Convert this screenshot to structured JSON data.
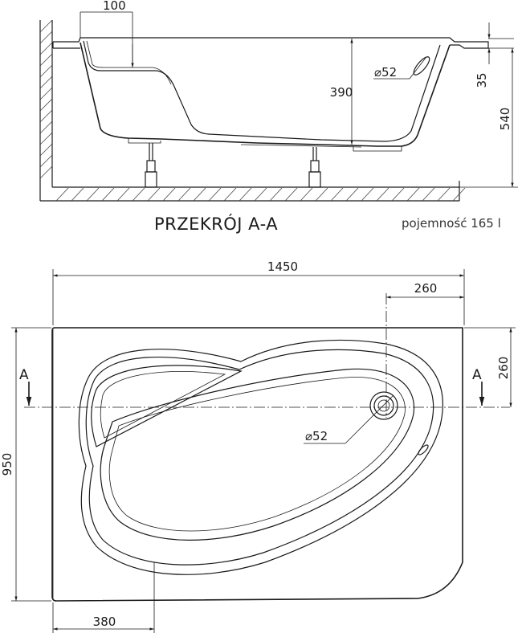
{
  "section": {
    "title": "PRZEKRÓJ A-A",
    "capacity": "pojemność 165 l",
    "dims": {
      "seat_offset": "100",
      "depth": "390",
      "overflow_dia": "⌀52",
      "rim_to_overflow": "35",
      "total_height": "540"
    }
  },
  "plan": {
    "dims": {
      "length": "1450",
      "drain_offset_x": "260",
      "drain_offset_y": "260",
      "width": "950",
      "seat_width": "380",
      "drain_dia": "⌀52"
    },
    "section_markers": {
      "left": "A",
      "right": "A"
    }
  }
}
